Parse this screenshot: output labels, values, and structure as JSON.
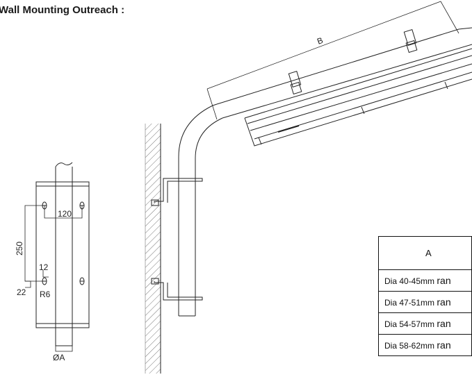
{
  "heading": "Wall Mounting Outreach :",
  "labels": {
    "length": "B",
    "spacing_h": "120",
    "spacing_v": "250",
    "slot_w": "12",
    "slot_h": "22",
    "slot_r": "R6",
    "diameter": "ØA"
  },
  "table": {
    "header": "A",
    "rows": [
      {
        "prefix": "Dia 40-45",
        "unit": "mm",
        "tail": "ran"
      },
      {
        "prefix": "Dia 47-51",
        "unit": "mm",
        "tail": "ran"
      },
      {
        "prefix": "Dia 54-57",
        "unit": "mm",
        "tail": "ran"
      },
      {
        "prefix": "Dia 58-62",
        "unit": "mm",
        "tail": "ran"
      }
    ]
  }
}
